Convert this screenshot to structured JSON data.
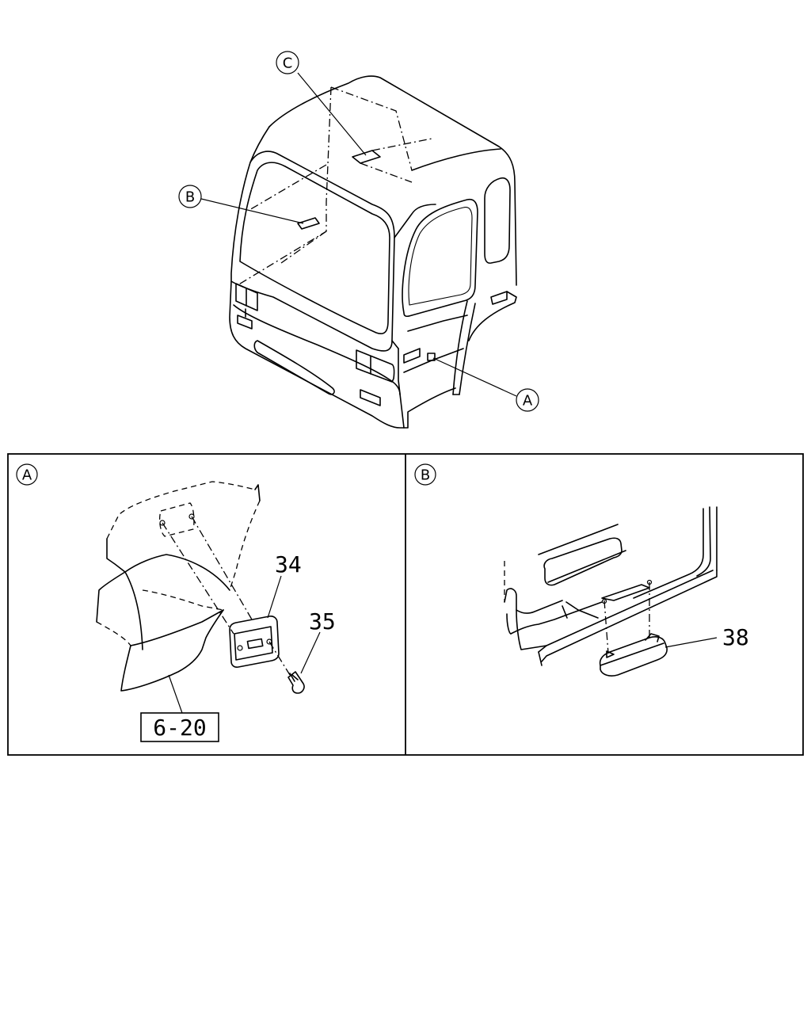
{
  "callouts": {
    "a": "A",
    "b": "B",
    "c": "C"
  },
  "panels": {
    "left": {
      "label": "A"
    },
    "right": {
      "label": "B"
    }
  },
  "parts": {
    "p34": "34",
    "p35": "35",
    "p38": "38",
    "ref": "6-20"
  }
}
